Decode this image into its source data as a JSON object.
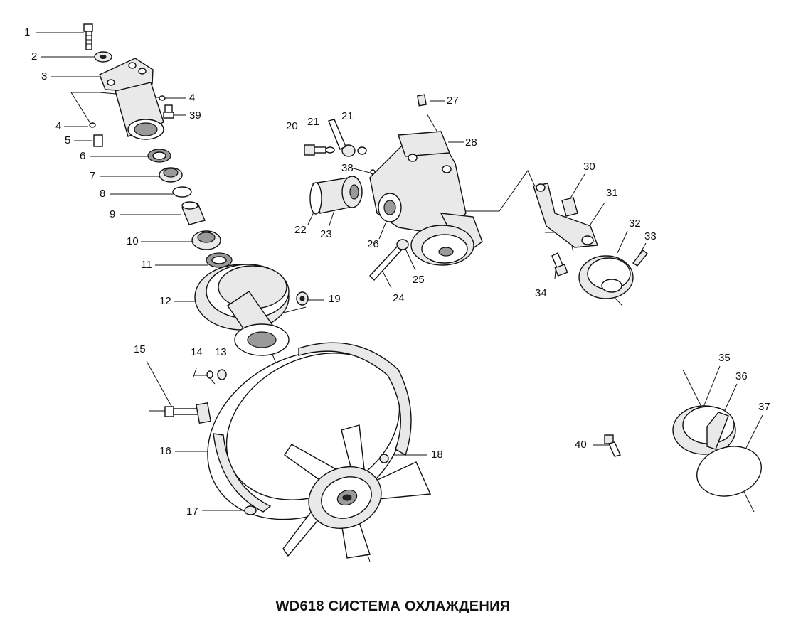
{
  "title": "WD618 СИСТЕМА ОХЛАЖДЕНИЯ",
  "callouts": [
    {
      "id": "1",
      "text": "1"
    },
    {
      "id": "2",
      "text": "2"
    },
    {
      "id": "3",
      "text": "3"
    },
    {
      "id": "4a",
      "text": "4"
    },
    {
      "id": "4b",
      "text": "4"
    },
    {
      "id": "5",
      "text": "5"
    },
    {
      "id": "6",
      "text": "6"
    },
    {
      "id": "7",
      "text": "7"
    },
    {
      "id": "8",
      "text": "8"
    },
    {
      "id": "9",
      "text": "9"
    },
    {
      "id": "10",
      "text": "10"
    },
    {
      "id": "11",
      "text": "11"
    },
    {
      "id": "12",
      "text": "12"
    },
    {
      "id": "13",
      "text": "13"
    },
    {
      "id": "14",
      "text": "14"
    },
    {
      "id": "15",
      "text": "15"
    },
    {
      "id": "16",
      "text": "16"
    },
    {
      "id": "17",
      "text": "17"
    },
    {
      "id": "18",
      "text": "18"
    },
    {
      "id": "19",
      "text": "19"
    },
    {
      "id": "20",
      "text": "20"
    },
    {
      "id": "21a",
      "text": "21"
    },
    {
      "id": "21b",
      "text": "21"
    },
    {
      "id": "22",
      "text": "22"
    },
    {
      "id": "23",
      "text": "23"
    },
    {
      "id": "24",
      "text": "24"
    },
    {
      "id": "25",
      "text": "25"
    },
    {
      "id": "26",
      "text": "26"
    },
    {
      "id": "27",
      "text": "27"
    },
    {
      "id": "28",
      "text": "28"
    },
    {
      "id": "30",
      "text": "30"
    },
    {
      "id": "31",
      "text": "31"
    },
    {
      "id": "32",
      "text": "32"
    },
    {
      "id": "33",
      "text": "33"
    },
    {
      "id": "34",
      "text": "34"
    },
    {
      "id": "35",
      "text": "35"
    },
    {
      "id": "36",
      "text": "36"
    },
    {
      "id": "37",
      "text": "37"
    },
    {
      "id": "38",
      "text": "38"
    },
    {
      "id": "39",
      "text": "39"
    },
    {
      "id": "40",
      "text": "40"
    }
  ]
}
